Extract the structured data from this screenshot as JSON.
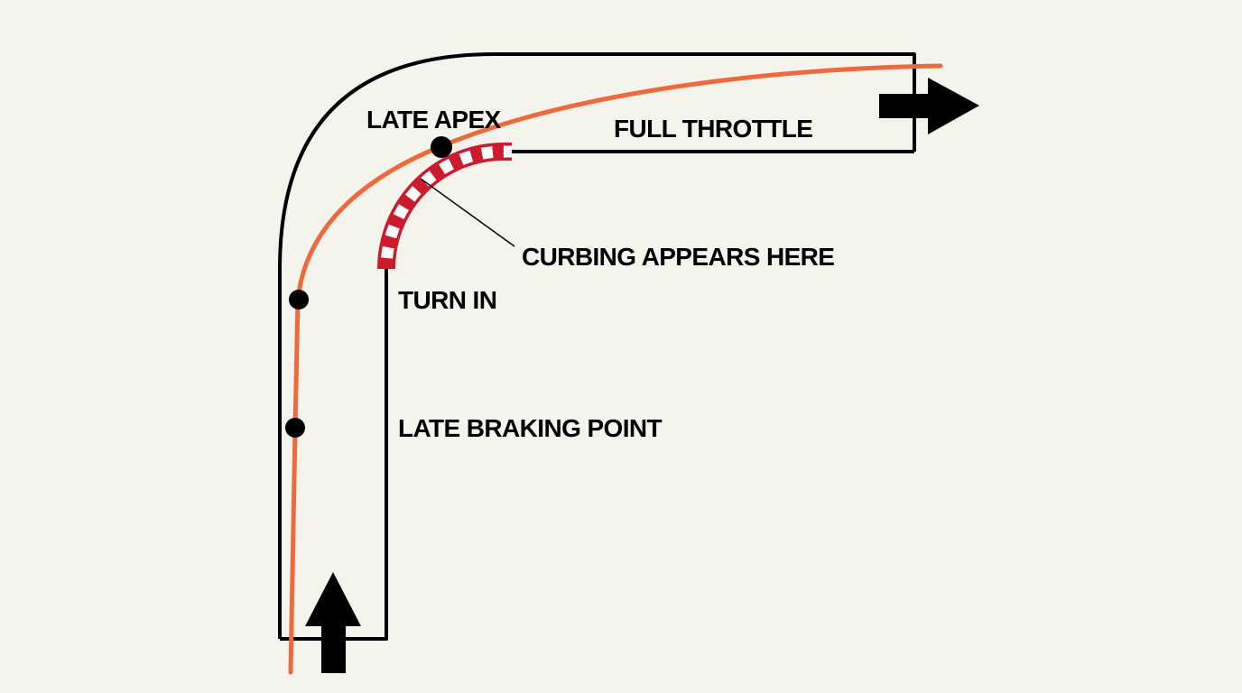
{
  "labels": {
    "late_apex": "LATE APEX",
    "full_throttle": "FULL THROTTLE",
    "curbing": "CURBING APPEARS HERE",
    "turn_in": "TURN IN",
    "late_braking": "LATE BRAKING POINT"
  },
  "colors": {
    "background": "#f4f3ec",
    "track_outline": "#000000",
    "racing_line": "#ee6a3c",
    "curb_red": "#cc1a2e",
    "curb_white": "#ffffff"
  }
}
